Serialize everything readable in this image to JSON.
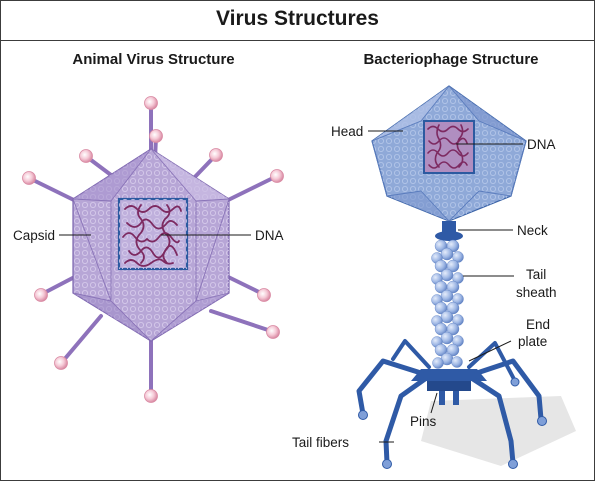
{
  "title": "Virus Structures",
  "animal_virus": {
    "heading": "Animal Virus Structure",
    "labels": {
      "capsid": "Capsid",
      "dna": "DNA"
    }
  },
  "bacteriophage": {
    "heading": "Bacteriophage Structure",
    "labels": {
      "head": "Head",
      "dna": "DNA",
      "neck": "Neck",
      "tail_sheath_1": "Tail",
      "tail_sheath_2": "sheath",
      "end_plate_1": "End",
      "end_plate_2": "plate",
      "pins": "Pins",
      "tail_fibers": "Tail fibers"
    }
  },
  "colors": {
    "capsid_fill": "#b7a6d6",
    "capsid_stroke": "#7a63ad",
    "spike": "#8e72bb",
    "spike_tip": "#f2c1cf",
    "dna": "#7d2a61",
    "dna_box": "#2c5aa0",
    "phage_head": "#8fa9d8",
    "phage_stroke": "#3c64a8",
    "phage_leg": "#2f5aa6"
  }
}
